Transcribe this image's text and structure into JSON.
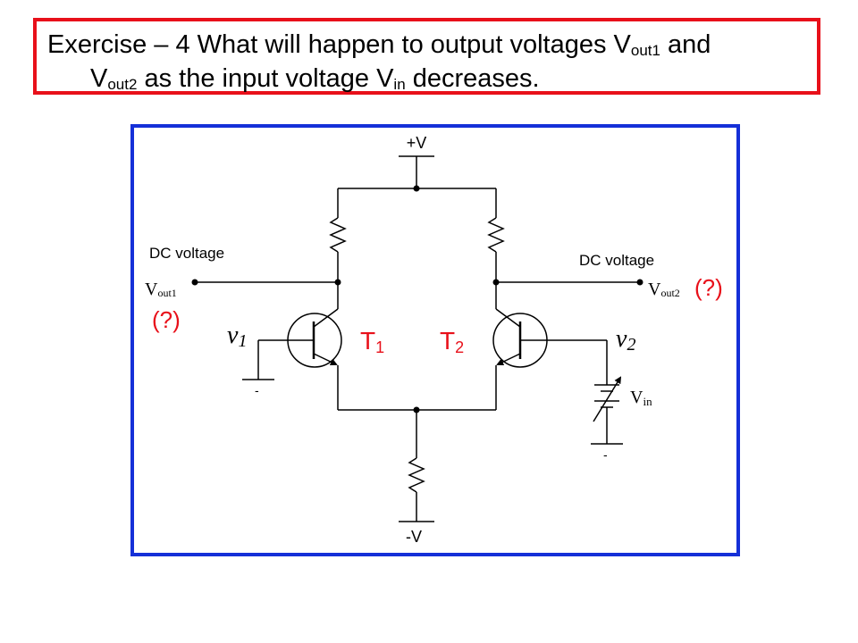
{
  "title": {
    "prefix": "Exercise – 4  What will happen to output voltages V",
    "sub1": "out1",
    "mid": " and",
    "line2_start": "V",
    "sub2": "out2",
    "line2_mid": "  as the input voltage V",
    "sub3": "in",
    "line2_end": " decreases."
  },
  "circuit": {
    "supply_pos": "+V",
    "supply_neg": "-V",
    "dc_label_left": "DC voltage",
    "dc_label_right": "DC voltage",
    "vout1_main": "V",
    "vout1_sub": "out1",
    "vout2_main": "V",
    "vout2_sub": "out2",
    "unknown_left": "(?)",
    "unknown_right": "(?)",
    "v1_main": "v",
    "v1_sub": "1",
    "v2_main": "v",
    "v2_sub": "2",
    "t1_main": "T",
    "t1_sub": "1",
    "t2_main": "T",
    "t2_sub": "2",
    "vin_main": "V",
    "vin_sub": "in",
    "ground_mark": "-"
  },
  "colors": {
    "title_border": "#e8101a",
    "circuit_border": "#1530d8",
    "highlight_text": "#e8101a",
    "wire": "#000000"
  }
}
